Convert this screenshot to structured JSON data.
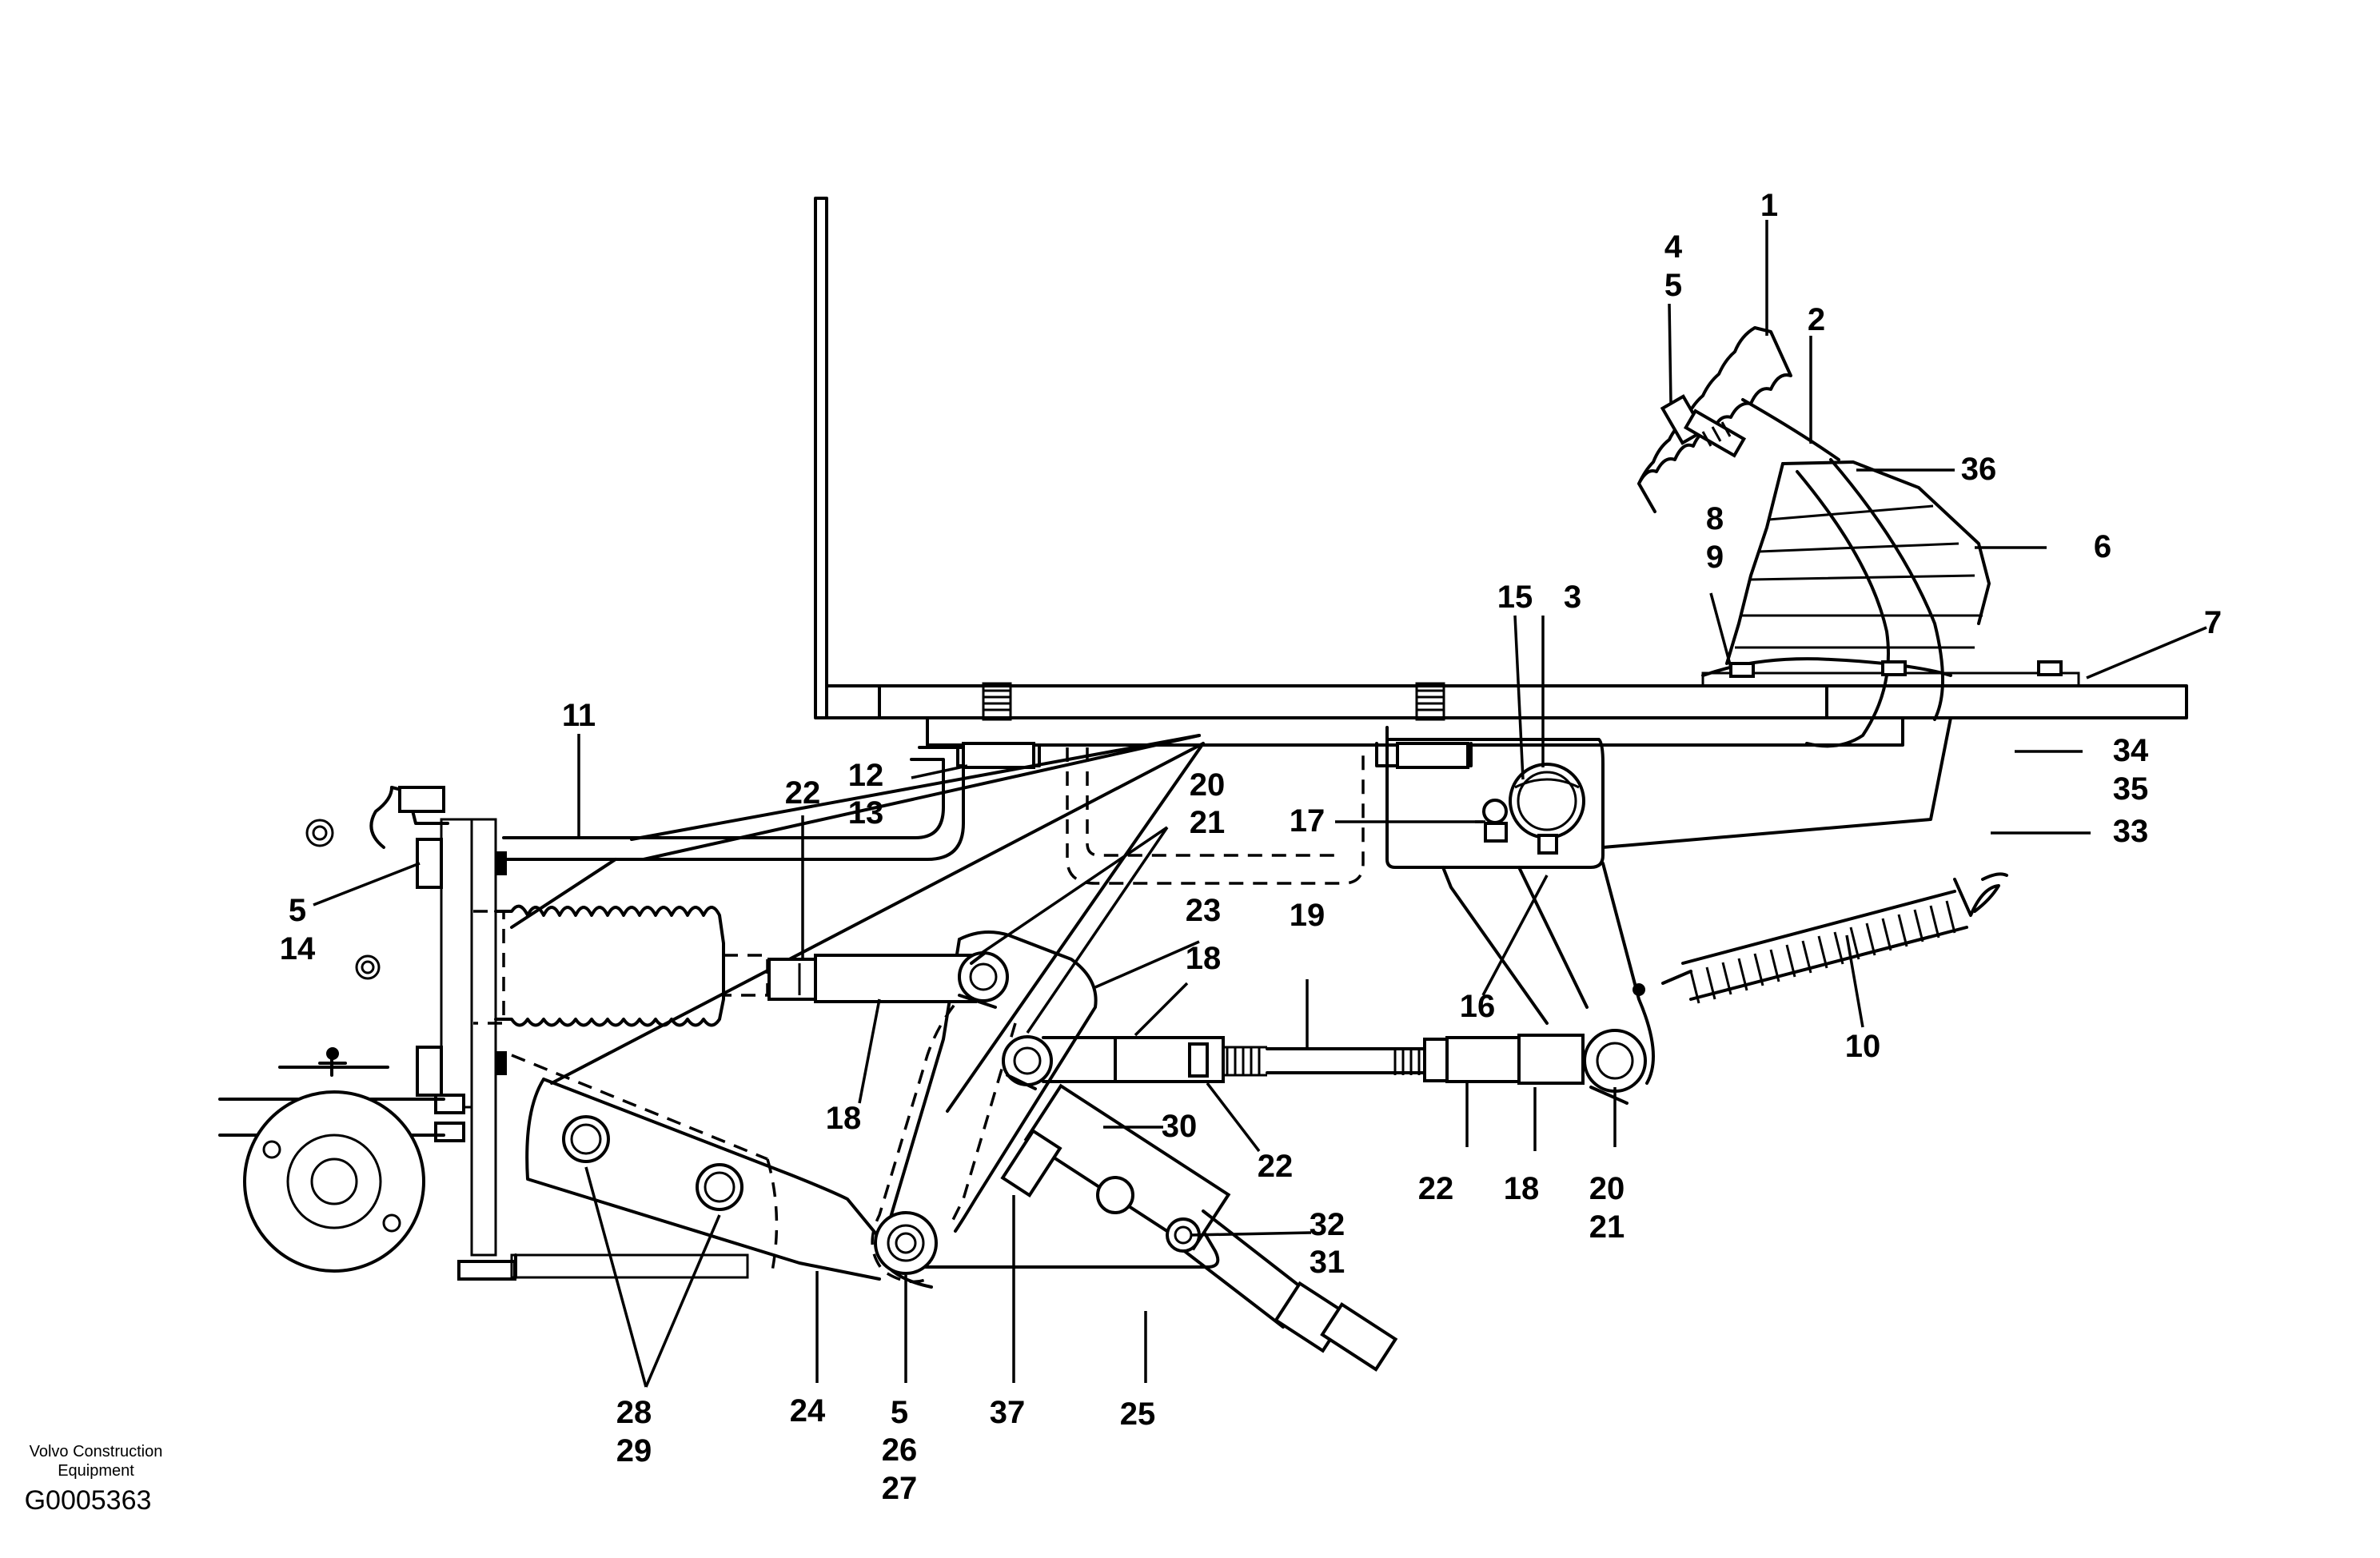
{
  "callouts": {
    "c1": "1",
    "c2": "2",
    "c3": "3",
    "c4": "4",
    "c5a": "5",
    "c36": "36",
    "c6": "6",
    "c7": "7",
    "c8": "8",
    "c9": "9",
    "c15": "15",
    "c11": "11",
    "c12": "12",
    "c13": "13",
    "c22a": "22",
    "c20a": "20",
    "c21a": "21",
    "c17": "17",
    "c34": "34",
    "c35": "35",
    "c33": "33",
    "c5b": "5",
    "c14": "14",
    "c23": "23",
    "c19": "19",
    "c18a": "18",
    "c16": "16",
    "c10": "10",
    "c18b": "18",
    "c30": "30",
    "c22b": "22",
    "c22c": "22",
    "c18c": "18",
    "c20b": "20",
    "c21b": "21",
    "c32": "32",
    "c31": "31",
    "c24": "24",
    "c5c": "5",
    "c26": "26",
    "c27": "27",
    "c37": "37",
    "c25": "25",
    "c28": "28",
    "c29": "29"
  },
  "credit": {
    "line1": "Volvo Construction",
    "line2": "Equipment",
    "figure_id": "G0005363"
  }
}
